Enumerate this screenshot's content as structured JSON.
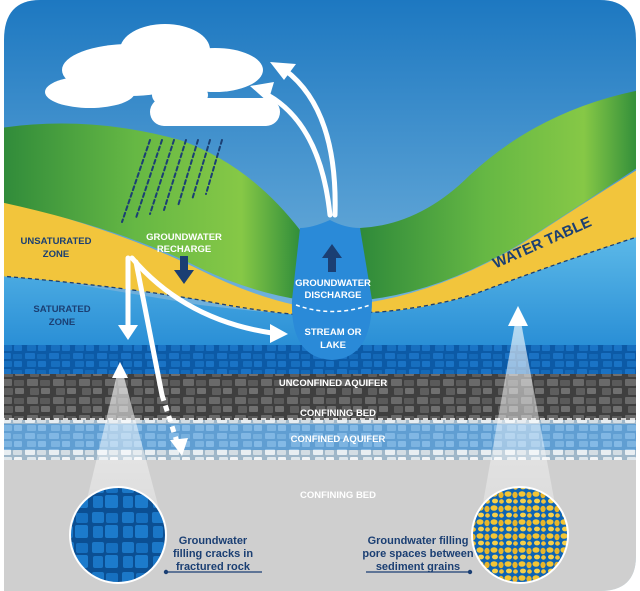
{
  "labels": {
    "unsaturated_zone_1": "UNSATURATED",
    "unsaturated_zone_2": "ZONE",
    "saturated_zone_1": "SATURATED",
    "saturated_zone_2": "ZONE",
    "recharge_1": "GROUNDWATER",
    "recharge_2": "RECHARGE",
    "discharge_1": "GROUNDWATER",
    "discharge_2": "DISCHARGE",
    "stream_1": "STREAM OR",
    "stream_2": "LAKE",
    "water_table": "WATER TABLE",
    "unconfined_aquifer": "UNCONFINED AQUIFER",
    "confining_bed_upper": "CONFINING BED",
    "confined_aquifer": "CONFINED AQUIFER",
    "confining_bed_lower": "CONFINING BED"
  },
  "captions": {
    "left_1": "Groundwater",
    "left_2": "filling cracks in",
    "left_3": "fractured rock",
    "right_1": "Groundwater filling",
    "right_2": "pore spaces between",
    "right_3": "sediment grains"
  },
  "colors": {
    "sky_top": "#1d78c1",
    "sky_bottom": "#bfe6f5",
    "grass": "#2f9a3a",
    "grass_light": "#7cc142",
    "unsaturated": "#f2c53c",
    "saturated": "#5bb8e8",
    "aquifer": "#0f67b8",
    "confining_bed": "#4d4d4d",
    "lower_bed": "#cfcfcf",
    "label_dark": "#1b3f73",
    "water_table_text": "#1b3f73"
  }
}
